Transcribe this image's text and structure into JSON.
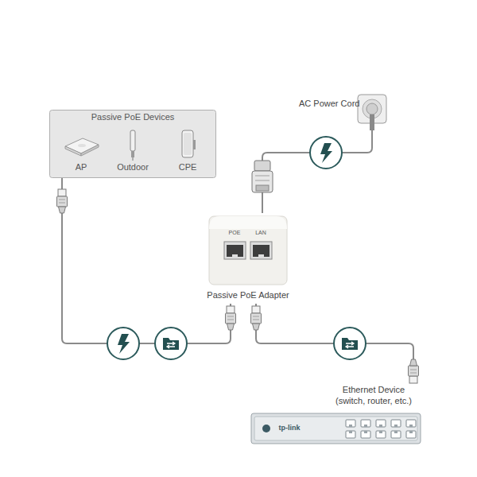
{
  "diagram": {
    "nodes": [
      {
        "text": [
          "Passive PoE Devices"
        ]
      },
      {
        "text": [
          "AP"
        ],
        "in": 0
      },
      {
        "text": [
          "Outdoor"
        ],
        "in": 0
      },
      {
        "text": [
          "CPE"
        ],
        "in": 0
      },
      {
        "text": [
          "AC Power Cord"
        ]
      },
      {
        "text": [
          "Passive PoE Adapter"
        ]
      },
      {
        "text": [
          "Ethernet Device",
          "(switch, router, etc.)"
        ]
      }
    ],
    "edges": [
      {
        "from": 0,
        "to": 5,
        "arrow": "none"
      },
      {
        "from": 4,
        "to": 5,
        "arrow": "none"
      },
      {
        "from": 5,
        "to": 6,
        "arrow": "none"
      }
    ],
    "labels": [
      "POE",
      "LAN",
      "tp-link"
    ]
  }
}
